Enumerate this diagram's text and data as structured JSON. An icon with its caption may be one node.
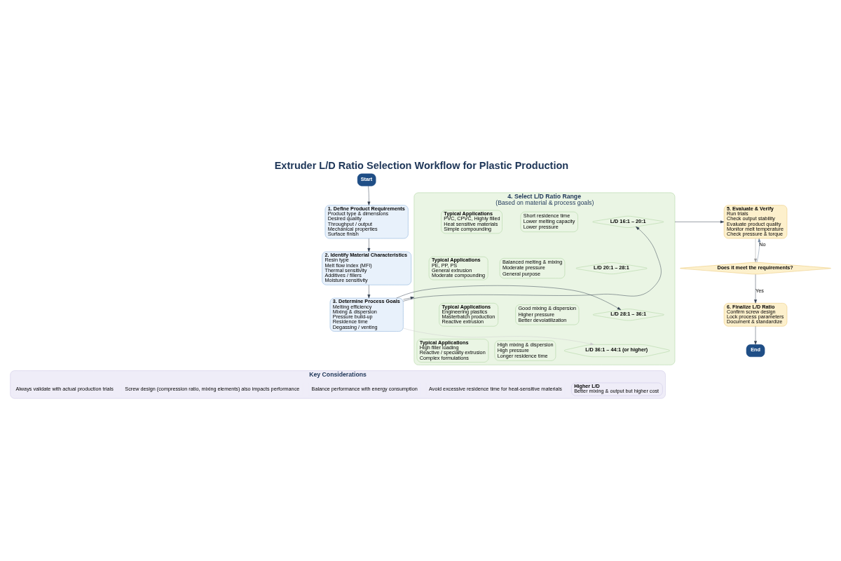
{
  "diagram": {
    "title": "Extruder L/D Ratio Selection Workflow for Plastic Production",
    "nodes": [
      {
        "text": [
          "Start"
        ]
      },
      {
        "text": [
          "1. Define Product Requirements",
          "Product type & dimensions",
          "Desired quality",
          "Throughput / output",
          "Mechanical properties",
          "Surface finish"
        ]
      },
      {
        "text": [
          "2. Identify Material Characteristics",
          "Resin type",
          "Melt flow index (MFI)",
          "Thermal sensitivity",
          "Additives / fillers",
          "Moisture sensitivity"
        ]
      },
      {
        "text": [
          "3. Determine Process Goals",
          "Melting efficiency",
          "Mixing & dispersion",
          "Pressure build-up",
          "Residence time",
          "Degassing / venting"
        ]
      },
      {
        "text": [
          "4. Select L/D Ratio Range",
          "(Based on material & process goals)"
        ]
      },
      {
        "text": [
          "L/D 16:1 – 20:1"
        ],
        "in": 4
      },
      {
        "text": [
          "Short residence time",
          "Lower melting capacity",
          "Lower pressure"
        ],
        "in": 4
      },
      {
        "text": [
          "Typical Applications",
          "PVC, CPVC, Highly filled",
          "Heat sensitive materials",
          "Simple compounding"
        ],
        "in": 4
      },
      {
        "text": [
          "L/D 20:1 – 28:1"
        ],
        "in": 4
      },
      {
        "text": [
          "Balanced melting & mixing",
          "Moderate pressure",
          "General purpose"
        ],
        "in": 4
      },
      {
        "text": [
          "Typical Applications",
          "PE, PP, PS",
          "General extrusion",
          "Moderate compounding"
        ],
        "in": 4
      },
      {
        "text": [
          "L/D 28:1 – 36:1"
        ],
        "in": 4
      },
      {
        "text": [
          "Good mixing & dispersion",
          "Higher pressure",
          "Better devolatilization"
        ],
        "in": 4
      },
      {
        "text": [
          "Typical Applications",
          "Engineering plastics",
          "Masterbatch production",
          "Reactive extrusion"
        ],
        "in": 4
      },
      {
        "text": [
          "L/D 36:1 – 44:1 (or higher)"
        ],
        "in": 4
      },
      {
        "text": [
          "High mixing & dispersion",
          "High pressure",
          "Longer residence time"
        ],
        "in": 4
      },
      {
        "text": [
          "Typical Applications",
          "High filler loading",
          "Reactive / specialty extrusion",
          "Complex formulations"
        ],
        "in": 4
      },
      {
        "text": [
          "5. Evaluate & Verify",
          "Run trials",
          "Check output stability",
          "Evaluate product quality",
          "Monitor melt temperature",
          "Check pressure & torque"
        ]
      },
      {
        "text": [
          "Does it meet the requirements?"
        ]
      },
      {
        "text": [
          "6. Finalize L/D Ratio",
          "Confirm screw design",
          "Lock process parameters",
          "Document & standardize"
        ]
      },
      {
        "text": [
          "End"
        ]
      },
      {
        "text": [
          "Key Considerations"
        ]
      },
      {
        "text": [
          "Higher L/D",
          "Better mixing & output but higher cost"
        ],
        "in": 21
      },
      {
        "text": [
          "Avoid excessive residence time for heat-sensitive materials"
        ],
        "in": 21
      },
      {
        "text": [
          "Balance performance with energy consumption"
        ],
        "in": 21
      },
      {
        "text": [
          "Screw design (compression ratio, mixing elements) also impacts performance"
        ],
        "in": 21
      },
      {
        "text": [
          "Always validate with actual production trials"
        ],
        "in": 21
      }
    ],
    "edges": [
      {
        "from": 0,
        "to": 1,
        "arrow": "to"
      },
      {
        "from": 1,
        "to": 2,
        "arrow": "to"
      },
      {
        "from": 2,
        "to": 3,
        "arrow": "to"
      },
      {
        "from": 3,
        "to": 4,
        "arrow": "to"
      },
      {
        "from": 3,
        "to": 5,
        "arrow": "to"
      },
      {
        "from": 3,
        "to": 11,
        "arrow": "to"
      },
      {
        "from": 3,
        "to": 14,
        "arrow": "to",
        "color": "#cccccc"
      },
      {
        "from": 4,
        "to": 17,
        "arrow": "to"
      },
      {
        "from": 17,
        "to": 18,
        "arrow": "to",
        "color": "#999999"
      },
      {
        "from": 18,
        "to": 17,
        "label": "No",
        "arrow": "to",
        "color": "#6a7f99"
      },
      {
        "from": 18,
        "to": 19,
        "label": "Yes",
        "arrow": "to"
      },
      {
        "from": 19,
        "to": 20,
        "arrow": "to"
      }
    ]
  }
}
